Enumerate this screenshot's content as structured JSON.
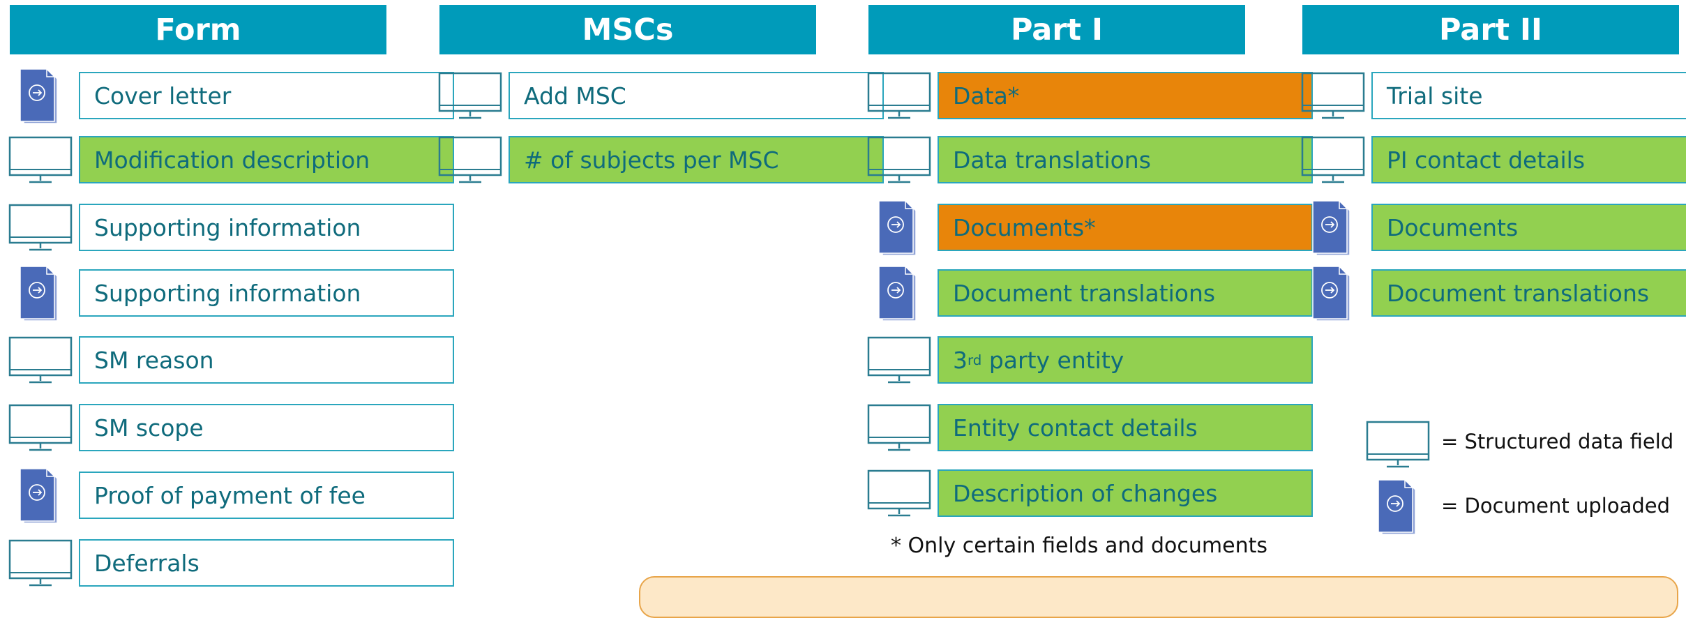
{
  "colors": {
    "header": "#009bba",
    "green": "#92d050",
    "orange": "#e8850a",
    "white": "#ffffff",
    "text": "#0f6b7c",
    "document_icon": "#4a6ab8",
    "monitor_icon": "#2a7c90"
  },
  "columns": [
    {
      "title": "Form",
      "rows": [
        {
          "icon": "document-icon",
          "label": "Cover letter",
          "fill": "white"
        },
        {
          "icon": "monitor-icon",
          "label": "Modification description",
          "fill": "green"
        },
        {
          "icon": "monitor-icon",
          "label": "Supporting information",
          "fill": "white"
        },
        {
          "icon": "document-icon",
          "label": "Supporting information",
          "fill": "white"
        },
        {
          "icon": "monitor-icon",
          "label": "SM reason",
          "fill": "white"
        },
        {
          "icon": "monitor-icon",
          "label": "SM scope",
          "fill": "white"
        },
        {
          "icon": "document-icon",
          "label": "Proof of payment of fee",
          "fill": "white"
        },
        {
          "icon": "monitor-icon",
          "label": "Deferrals",
          "fill": "white"
        }
      ]
    },
    {
      "title": "MSCs",
      "rows": [
        {
          "icon": "monitor-icon",
          "label": "Add MSC",
          "fill": "white"
        },
        {
          "icon": "monitor-icon",
          "label": "# of subjects per MSC",
          "fill": "green"
        }
      ]
    },
    {
      "title": "Part I",
      "rows": [
        {
          "icon": "monitor-icon",
          "label": "Data*",
          "fill": "orange"
        },
        {
          "icon": "monitor-icon",
          "label": "Data translations",
          "fill": "green"
        },
        {
          "icon": "document-icon",
          "label": "Documents*",
          "fill": "orange"
        },
        {
          "icon": "document-icon",
          "label": "Document translations",
          "fill": "green"
        },
        {
          "icon": "monitor-icon",
          "label": "3rd party entity",
          "label_prefix": "3",
          "label_sup": "rd",
          "label_suffix": " party entity",
          "fill": "green"
        },
        {
          "icon": "monitor-icon",
          "label": "Entity contact details",
          "fill": "green"
        },
        {
          "icon": "monitor-icon",
          "label": "Description of changes",
          "fill": "green"
        }
      ]
    },
    {
      "title": "Part II",
      "rows": [
        {
          "icon": "monitor-icon",
          "label": "Trial site",
          "fill": "white"
        },
        {
          "icon": "monitor-icon",
          "label": "PI contact details",
          "fill": "green"
        },
        {
          "icon": "document-icon",
          "label": "Documents",
          "fill": "green"
        },
        {
          "icon": "document-icon",
          "label": "Document translations",
          "fill": "green"
        }
      ]
    }
  ],
  "note": "* Only certain fields and documents",
  "legend": {
    "structured": "= Structured data field",
    "document": "= Document uploaded"
  }
}
